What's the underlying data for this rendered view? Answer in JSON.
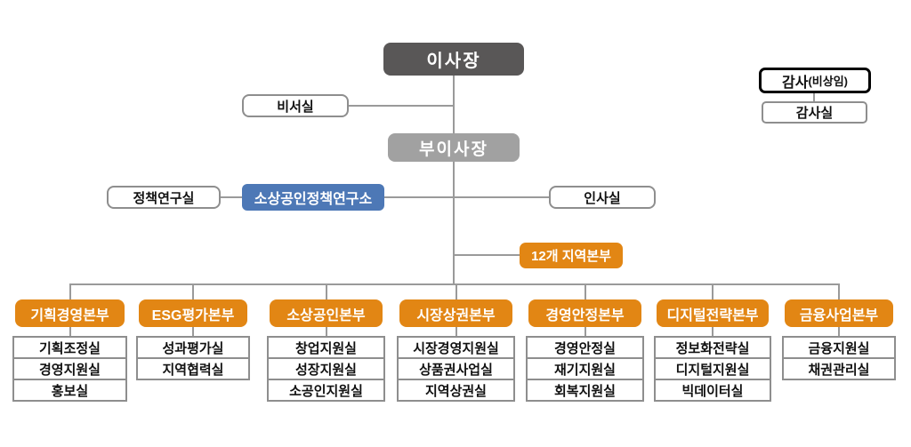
{
  "org": {
    "chairman": {
      "label": "이사장"
    },
    "secretary_office": {
      "label": "비서실"
    },
    "auditor": {
      "label": "감사",
      "suffix": "(비상임)"
    },
    "audit_office": {
      "label": "감사실"
    },
    "vice_chairman": {
      "label": "부이사장"
    },
    "policy_research_office": {
      "label": "정책연구실"
    },
    "policy_institute": {
      "label": "소상공인정책연구소"
    },
    "hr_office": {
      "label": "인사실"
    },
    "regional_hq": {
      "label": "12개 지역본부"
    },
    "divisions": [
      {
        "label": "기획경영본부",
        "departments": [
          "기획조정실",
          "경영지원실",
          "홍보실"
        ]
      },
      {
        "label": "ESG평가본부",
        "departments": [
          "성과평가실",
          "지역협력실"
        ]
      },
      {
        "label": "소상공인본부",
        "departments": [
          "창업지원실",
          "성장지원실",
          "소공인지원실"
        ]
      },
      {
        "label": "시장상권본부",
        "departments": [
          "시장경영지원실",
          "상품권사업실",
          "지역상권실"
        ]
      },
      {
        "label": "경영안정본부",
        "departments": [
          "경영안정실",
          "재기지원실",
          "회복지원실"
        ]
      },
      {
        "label": "디지털전략본부",
        "departments": [
          "정보화전략실",
          "디지털지원실",
          "빅데이터실"
        ]
      },
      {
        "label": "금융사업본부",
        "departments": [
          "금융지원실",
          "채권관리실"
        ]
      }
    ]
  },
  "colors": {
    "chairman_gray": "#595757",
    "vice_gray": "#a1a1a1",
    "orange": "#e28614",
    "blue": "#4d78b6",
    "line": "#9a9a9a",
    "box_border": "#8e8e8e"
  }
}
